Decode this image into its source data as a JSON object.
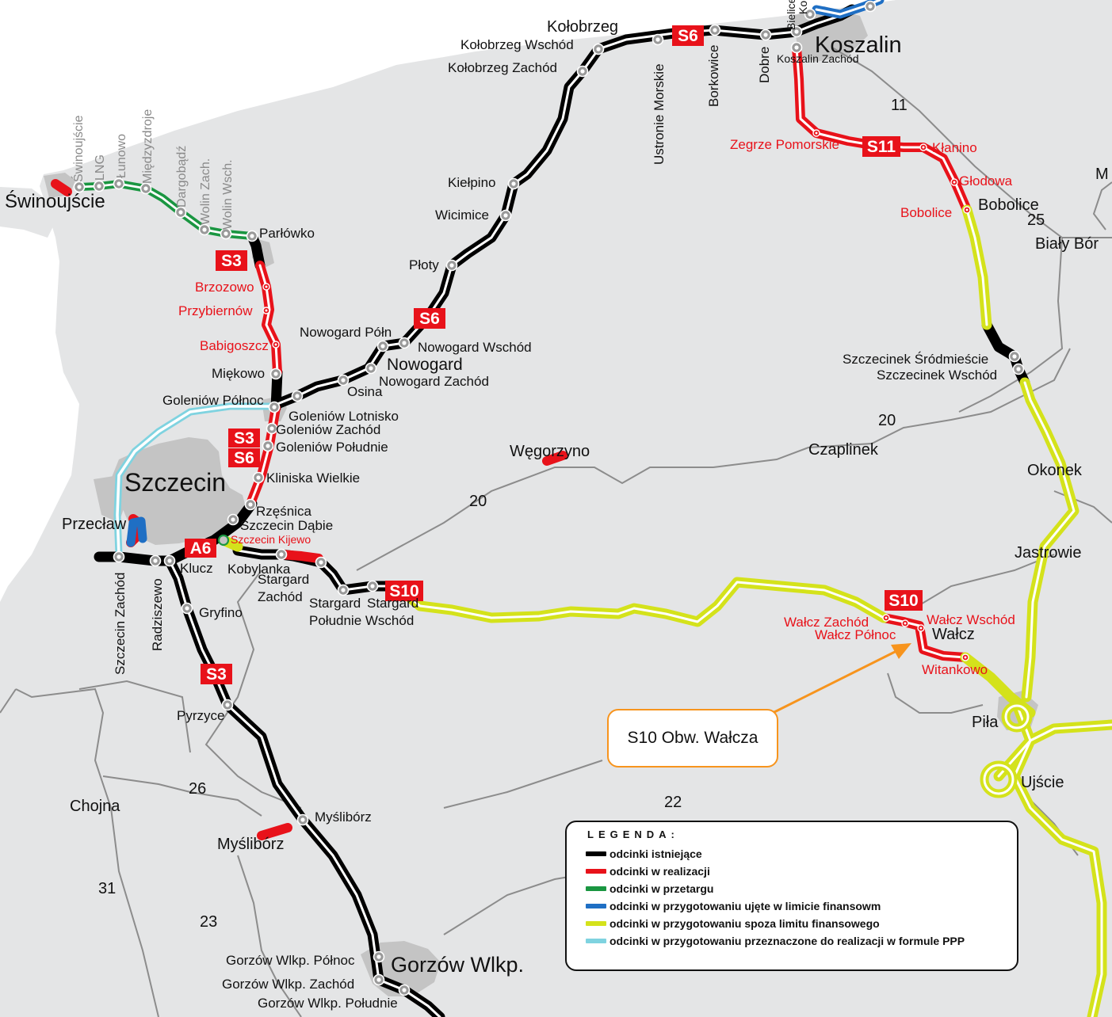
{
  "cities": {
    "swinoujscie": "Świnoujście",
    "szczecin": "Szczecin",
    "koszalin": "Koszalin",
    "gorzow": "Gorzów Wlkp.",
    "nowogard": "Nowogard",
    "przeclaw": "Przecław",
    "mysliborz": "Myślibórz",
    "chojna": "Chojna",
    "wegorzyno": "Węgorzyno",
    "czaplinek": "Czaplinek",
    "okonek": "Okonek",
    "jastrowie": "Jastrowie",
    "pila": "Piła",
    "ujscie": "Ujście",
    "walcz": "Wałcz",
    "bobolice": "Bobolice",
    "bialy_bor": "Biały Bór",
    "m": "M",
    "kolobrzeg": "Kołobrzeg"
  },
  "road_numbers": {
    "n11": "11",
    "n25": "25",
    "n20a": "20",
    "n20b": "20",
    "n22": "22",
    "n26": "26",
    "n31": "31",
    "n23": "23"
  },
  "junctions": {
    "kolobrzeg_wschod": "Kołobrzeg Wschód",
    "kolobrzeg_zachod": "Kołobrzeg Zachód",
    "ustronie": "Ustronie Morskie",
    "borkowice": "Borkowice",
    "dobre": "Dobre",
    "bielice": "Bielice",
    "ko": "Ko",
    "koszalin_zachod": "Koszalin Zachód",
    "kielpino": "Kiełpino",
    "wicimice": "Wicimice",
    "ploty": "Płoty",
    "nowogard_polnoc": "Nowogard Półn",
    "nowogard_wschod": "Nowogard Wschód",
    "nowogard_zachod": "Nowogard Zachód",
    "osina": "Osina",
    "parlowko": "Parłówko",
    "miekowo": "Miękowo",
    "goleniow_polnoc": "Goleniów Północ",
    "goleniow_lotnisko": "Goleniów Lotnisko",
    "goleniow_zachod": "Goleniów Zachód",
    "goleniow_poludnie": "Goleniów Południe",
    "kliniska": "Kliniska Wielkie",
    "rzesnica": "Rzęśnica",
    "szczecin_dabie": "Szczecin Dąbie",
    "kobylanka": "Kobylanka",
    "stargard_zachod_1": "Stargard",
    "stargard_zachod_2": "Zachód",
    "stargard_pw_1": "Stargard",
    "stargard_pw_2": "Stargard",
    "stargard_pw_3": "Południe Wschód",
    "klucz": "Klucz",
    "gryfino": "Gryfino",
    "szczecin_zachod": "Szczecin Zachód",
    "radziszewo": "Radziszewo",
    "pyrzyce": "Pyrzyce",
    "mysliborz_j": "Myślibórz",
    "gorzow_polnoc": "Gorzów Wlkp. Północ",
    "gorzow_zachod": "Gorzów Wlkp. Zachód",
    "gorzow_poludnie": "Gorzów Wlkp. Południe",
    "szczecinek_sr": "Szczecinek Śródmieście",
    "szczecinek_wsch": "Szczecinek Wschód"
  },
  "red_junctions": {
    "brzozowo": "Brzozowo",
    "przybiernow": "Przybiernów",
    "babigoszcz": "Babigoszcz",
    "szczecin_kijewo": "Szczecin Kijewo",
    "zegrze": "Zegrze Pomorskie",
    "klanino": "Kłanino",
    "glodowa": "Głodowa",
    "bobolice_j": "Bobolice",
    "walcz_zachod": "Wałcz Zachód",
    "walcz_polnoc": "Wałcz Północ",
    "walcz_wschod": "Wałcz Wschód",
    "witankowo": "Witankowo"
  },
  "gray_junctions": {
    "swinoujscie_j": "Świnoujście",
    "lng": "LNG",
    "lunowo": "Łunowo",
    "miedzyzdroje": "Międzyzdroje",
    "dargobadz": "Dargobądź",
    "wolin_zach": "Wolin Zach.",
    "wolin_wsch": "Wolin Wsch."
  },
  "badges": {
    "s6_top": "S6",
    "s11": "S11",
    "s3_top": "S3",
    "s6_mid": "S6",
    "s3_mid": "S3",
    "s6_low": "S6",
    "a6": "A6",
    "s10_west": "S10",
    "s10_east": "S10",
    "s3_bottom": "S3"
  },
  "callout": {
    "text": "S10 Obw. Wałcza",
    "color": "#f7941d"
  },
  "legend": {
    "title": "LEGENDA:",
    "items": [
      {
        "label": "odcinki istniejące",
        "color": "#000000"
      },
      {
        "label": "odcinki w realizacji",
        "color": "#e8121a"
      },
      {
        "label": "odcinki w przetargu",
        "color": "#1a9641"
      },
      {
        "label": "odcinki w przygotowaniu ujęte w limicie finansowm",
        "color": "#1f6fc4"
      },
      {
        "label": "odcinki w przygotowaniu spoza limitu finansowego",
        "color": "#d4e21b"
      },
      {
        "label": "odcinki w przygotowaniu przeznaczone do realizacji w formule PPP",
        "color": "#7fd3e0"
      }
    ]
  },
  "colors": {
    "land": "#e4e5e6",
    "sea": "#ffffff",
    "urban": "#c4c4c4",
    "border": "#8c8c8c",
    "existing": "#000000",
    "in_construction": "#e8121a",
    "in_tender": "#1a9641",
    "in_prep_limit": "#1f6fc4",
    "in_prep_outside": "#d4e21b",
    "ppp": "#7fd3e0"
  }
}
